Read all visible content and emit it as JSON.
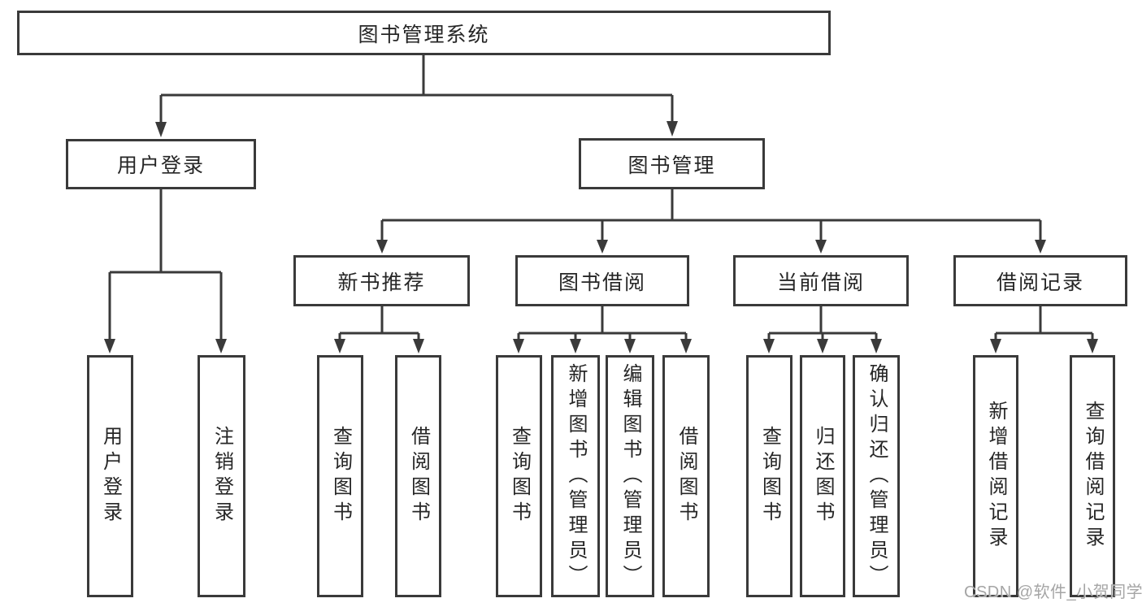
{
  "diagram": {
    "root": {
      "label": "图书管理系统"
    },
    "user_login": {
      "label": "用户登录",
      "children": [
        {
          "label": "用户登录"
        },
        {
          "label": "注销登录"
        }
      ]
    },
    "book_management": {
      "label": "图书管理",
      "children": [
        {
          "label": "新书推荐",
          "children": [
            {
              "label": "查询图书"
            },
            {
              "label": "借阅图书"
            }
          ]
        },
        {
          "label": "图书借阅",
          "children": [
            {
              "label": "查询图书"
            },
            {
              "label": "新增图书（管理员）"
            },
            {
              "label": "编辑图书（管理员）"
            },
            {
              "label": "借阅图书"
            }
          ]
        },
        {
          "label": "当前借阅",
          "children": [
            {
              "label": "查询图书"
            },
            {
              "label": "归还图书"
            },
            {
              "label": "确认归还（管理员）"
            }
          ]
        },
        {
          "label": "借阅记录",
          "children": [
            {
              "label": "新增借阅记录"
            },
            {
              "label": "查询借阅记录"
            }
          ]
        }
      ]
    }
  },
  "watermark": {
    "text": "CSDN @软件_小贺同学"
  },
  "colors": {
    "line": "#3a3a3a",
    "text": "#262626",
    "background": "#ffffff",
    "watermark": "#a5a5a5"
  }
}
